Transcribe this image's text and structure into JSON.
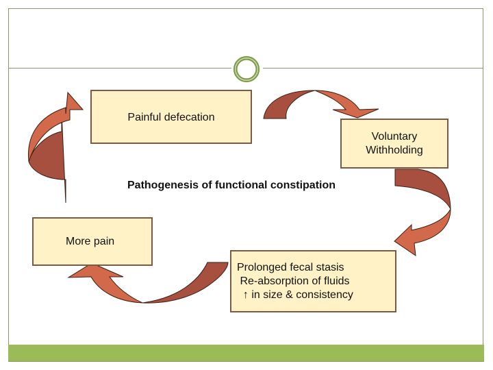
{
  "slide": {
    "title": "Pathogenesis of functional constipation",
    "colors": {
      "frame": "#8b946a",
      "accent_green": "#9bbb59",
      "ring": "#7f9a48",
      "box_fill": "#fff2c6",
      "box_border": "#7a5a45",
      "arrow_light": "#d2694b",
      "arrow_dark": "#a85040"
    }
  },
  "cycle": {
    "steps": [
      {
        "id": "painful",
        "lines": [
          "Painful defecation"
        ]
      },
      {
        "id": "withholding",
        "lines": [
          "Voluntary",
          "Withholding"
        ]
      },
      {
        "id": "prolonged",
        "lines": [
          "Prolonged fecal stasis",
          " Re-absorption of fluids",
          "  ↑ in size & consistency"
        ]
      },
      {
        "id": "morepain",
        "lines": [
          "More pain"
        ]
      }
    ],
    "arrows": [
      {
        "from": "painful",
        "to": "withholding",
        "icon": "curved-arrow-icon"
      },
      {
        "from": "withholding",
        "to": "prolonged",
        "icon": "curved-arrow-icon"
      },
      {
        "from": "prolonged",
        "to": "morepain",
        "icon": "curved-arrow-icon"
      },
      {
        "from": "morepain",
        "to": "painful",
        "icon": "curved-arrow-icon"
      }
    ]
  }
}
